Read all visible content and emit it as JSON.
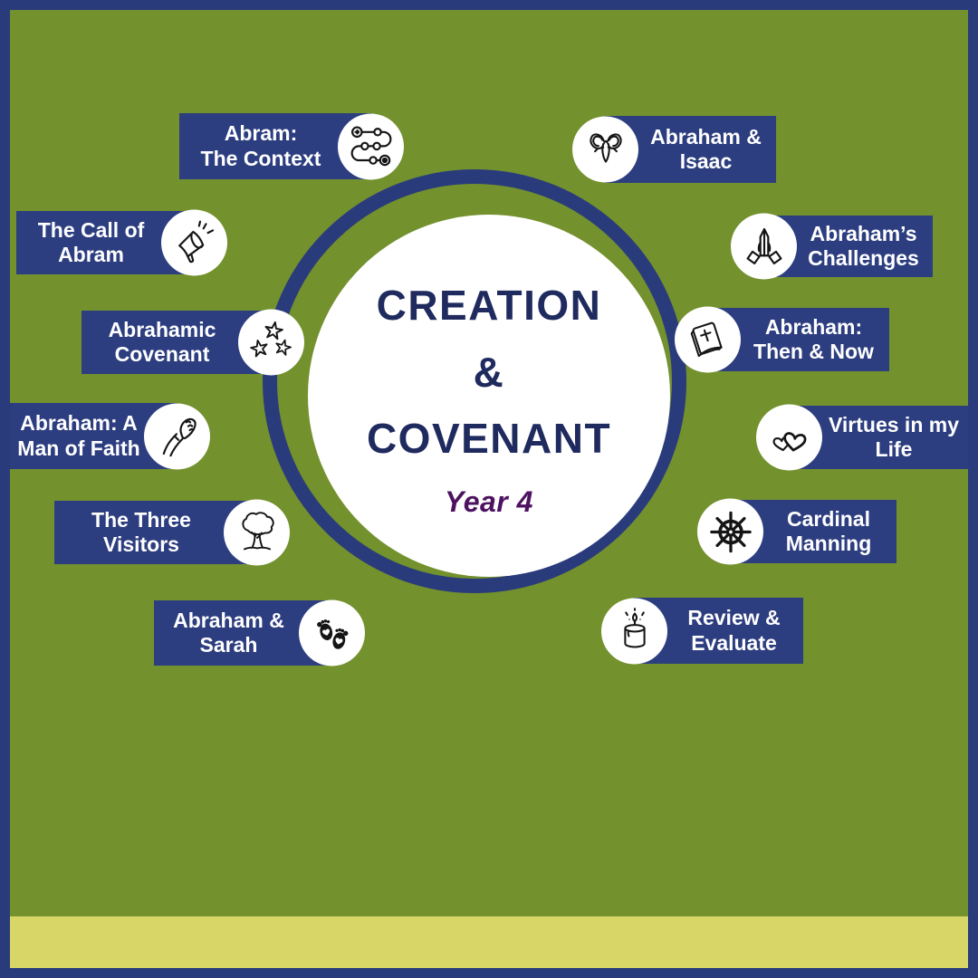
{
  "page": {
    "background_color": "#73912d",
    "border_color": "#2a3b7c",
    "label_color": "#2d3e80",
    "accent_band_color": "#d8d666",
    "title_color": "#1f2a5e",
    "subtitle_color": "#4d1360"
  },
  "center": {
    "title": "CREATION\n&\nCOVENANT",
    "subtitle": "Year 4"
  },
  "topics": [
    {
      "label": "Abram:\nThe Context",
      "icon": "journey-path-icon",
      "side": "left"
    },
    {
      "label": "The Call of\nAbram",
      "icon": "megaphone-icon",
      "side": "left"
    },
    {
      "label": "Abrahamic\nCovenant",
      "icon": "stars-icon",
      "side": "left"
    },
    {
      "label": "Abraham: A\nMan of Faith",
      "icon": "clasped-hands-icon",
      "side": "left"
    },
    {
      "label": "The Three\nVisitors",
      "icon": "tree-icon",
      "side": "left"
    },
    {
      "label": "Abraham &\nSarah",
      "icon": "footprints-icon",
      "side": "left"
    },
    {
      "label": "Abraham &\nIsaac",
      "icon": "ram-head-icon",
      "side": "right"
    },
    {
      "label": "Abraham’s\nChallenges",
      "icon": "praying-hands-icon",
      "side": "right"
    },
    {
      "label": "Abraham:\nThen & Now",
      "icon": "bible-icon",
      "side": "right"
    },
    {
      "label": "Virtues in my\nLife",
      "icon": "two-hearts-icon",
      "side": "right"
    },
    {
      "label": "Cardinal\nManning",
      "icon": "ship-wheel-icon",
      "side": "right"
    },
    {
      "label": "Review &\nEvaluate",
      "icon": "candle-icon",
      "side": "right"
    }
  ]
}
